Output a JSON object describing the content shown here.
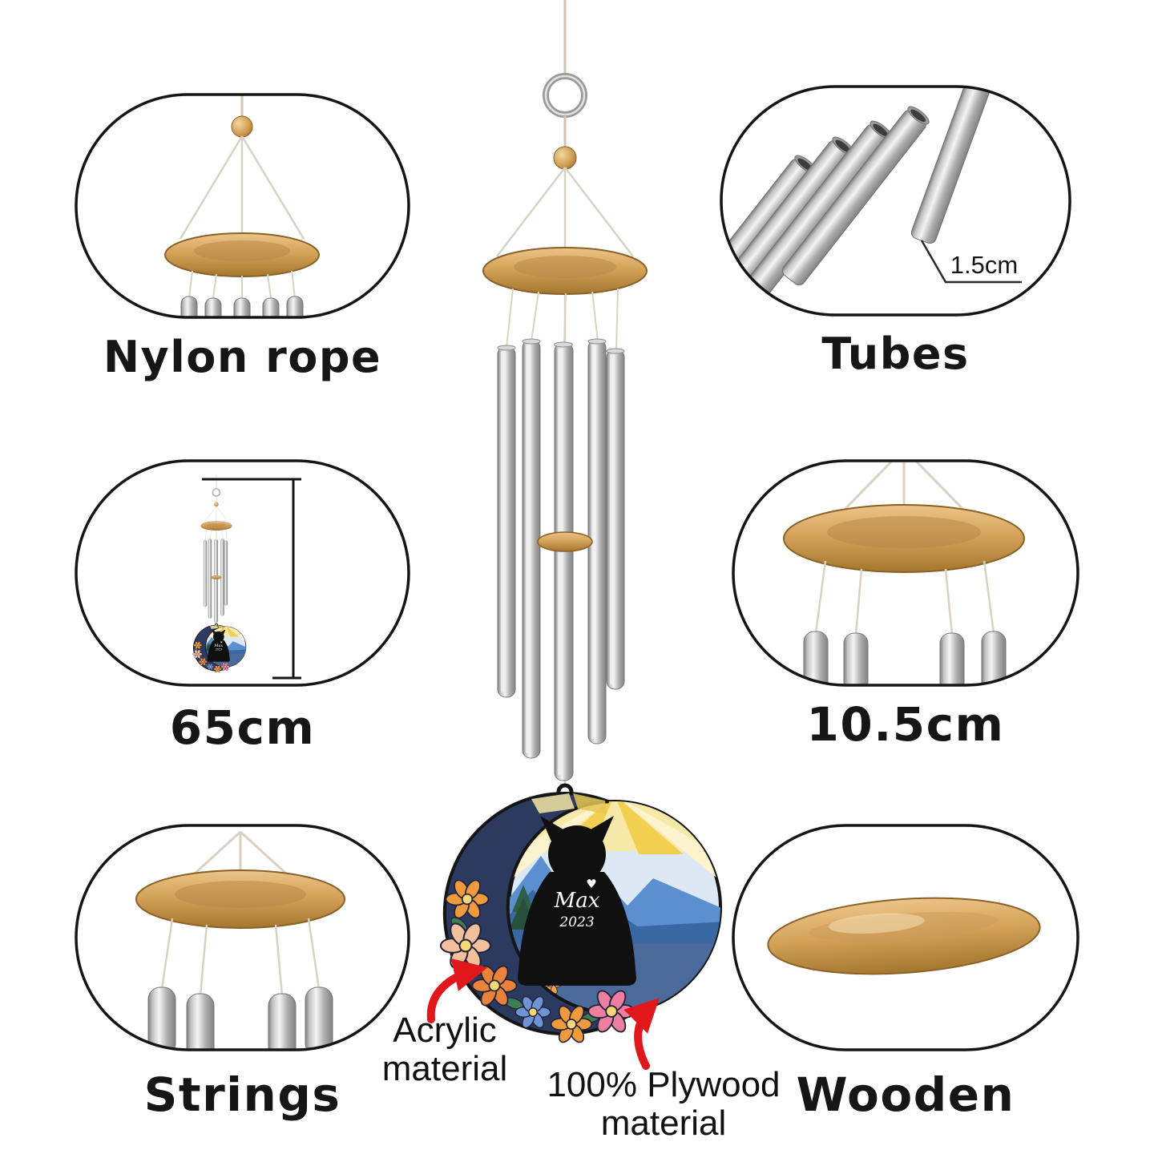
{
  "product": {
    "charm_name": "Max",
    "charm_year": "2023"
  },
  "callouts": {
    "nylon_rope": {
      "label": "Nylon rope"
    },
    "tubes": {
      "label": "Tubes",
      "measure": "1.5cm"
    },
    "length": {
      "label": "65cm"
    },
    "ring_width": {
      "label": "10.5cm"
    },
    "strings": {
      "label": "Strings"
    },
    "wooden": {
      "label": "Wooden"
    }
  },
  "annotations": {
    "acrylic": {
      "line1": "Acrylic",
      "line2": "material"
    },
    "plywood": {
      "line1": "100% Plywood",
      "line2": "material"
    }
  },
  "icons": {
    "heart": "♥"
  },
  "colors": {
    "outline": "#151515",
    "wood": "#d5a35a",
    "silver": "#c6c6c6",
    "string": "#d8d2c2",
    "arrow_red": "#e0181c",
    "moon_navy": "#2b3a5e"
  }
}
